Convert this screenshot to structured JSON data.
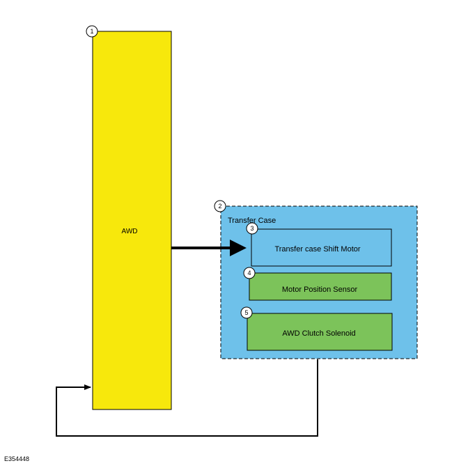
{
  "figure_id": "E354448",
  "colors": {
    "module": "#f7e80c",
    "transfer_case": "#6ec1ea",
    "shift_motor": "#6ec1ea",
    "sensor": "#7cc35a",
    "solenoid": "#7cc35a",
    "line": "#000000"
  },
  "blocks": {
    "awd_module": {
      "callout": "1",
      "label": "AWD"
    },
    "transfer_case": {
      "callout": "2",
      "label": "Transfer Case"
    },
    "shift_motor": {
      "callout": "3",
      "label": "Transfer case Shift Motor"
    },
    "position_sensor": {
      "callout": "4",
      "label": "Motor Position Sensor"
    },
    "clutch_solenoid": {
      "callout": "5",
      "label": "AWD Clutch Solenoid"
    }
  }
}
